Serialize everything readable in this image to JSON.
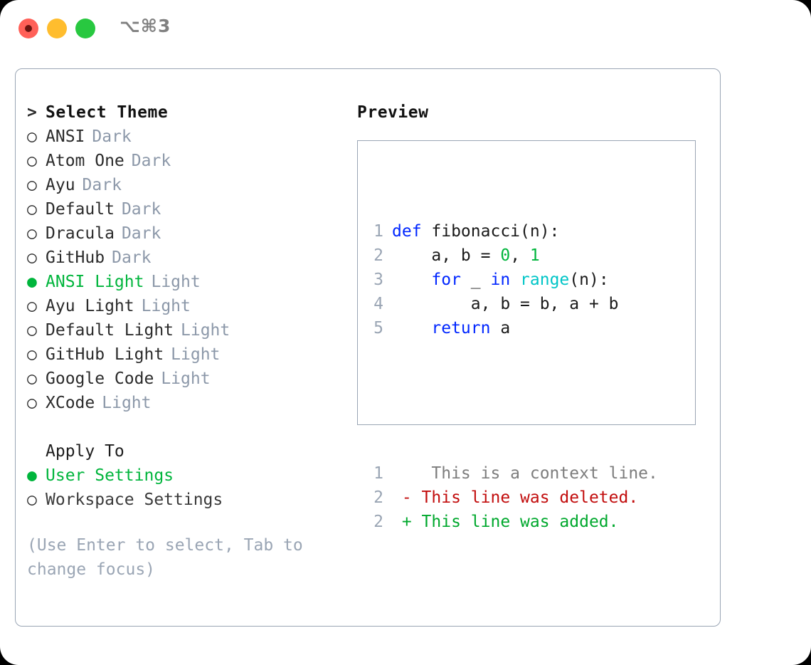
{
  "window": {
    "titlebar_shortcut": "⌥⌘3",
    "traffic_lights": {
      "close": "close-button",
      "minimize": "minimize-button",
      "maximize": "maximize-button"
    }
  },
  "colors": {
    "selection_green": "#00b53c",
    "muted_gray": "#8c98a9",
    "border": "#9aa5b4",
    "keyword_blue": "#0026ff",
    "function_cyan": "#00c5c7",
    "number_green": "#00b53c",
    "diff_deleted_red": "#c20d0d",
    "diff_added_green": "#00a82d",
    "diff_context_gray": "#7d7d7d",
    "traffic_red": "#ff6058",
    "traffic_yellow": "#ffbd2e",
    "traffic_green": "#28c840"
  },
  "theme_selector": {
    "heading_marker": ">",
    "heading": "Select Theme",
    "marker_unselected": "○",
    "marker_selected": "●",
    "items": [
      {
        "name": "ANSI",
        "kind": "Dark",
        "selected": false
      },
      {
        "name": "Atom One",
        "kind": "Dark",
        "selected": false
      },
      {
        "name": "Ayu",
        "kind": "Dark",
        "selected": false
      },
      {
        "name": "Default",
        "kind": "Dark",
        "selected": false
      },
      {
        "name": "Dracula",
        "kind": "Dark",
        "selected": false
      },
      {
        "name": "GitHub",
        "kind": "Dark",
        "selected": false
      },
      {
        "name": "ANSI Light",
        "kind": "Light",
        "selected": true
      },
      {
        "name": "Ayu Light",
        "kind": "Light",
        "selected": false
      },
      {
        "name": "Default Light",
        "kind": "Light",
        "selected": false
      },
      {
        "name": "GitHub Light",
        "kind": "Light",
        "selected": false
      },
      {
        "name": "Google Code",
        "kind": "Light",
        "selected": false
      },
      {
        "name": "XCode",
        "kind": "Light",
        "selected": false
      }
    ]
  },
  "apply_to": {
    "heading": "Apply To",
    "items": [
      {
        "name": "User Settings",
        "selected": true
      },
      {
        "name": "Workspace Settings",
        "selected": false
      }
    ]
  },
  "help_text": "(Use Enter to select, Tab to change focus)",
  "preview": {
    "title": "Preview",
    "code_lines": [
      {
        "no": "1",
        "tokens": [
          {
            "t": "def",
            "c": "kw"
          },
          {
            "t": " fibonacci(n):",
            "c": "txt"
          }
        ]
      },
      {
        "no": "2",
        "tokens": [
          {
            "t": "    a, b = ",
            "c": "txt"
          },
          {
            "t": "0",
            "c": "num"
          },
          {
            "t": ", ",
            "c": "txt"
          },
          {
            "t": "1",
            "c": "num"
          }
        ]
      },
      {
        "no": "3",
        "tokens": [
          {
            "t": "    ",
            "c": "txt"
          },
          {
            "t": "for",
            "c": "kw"
          },
          {
            "t": " _ ",
            "c": "txt"
          },
          {
            "t": "in",
            "c": "kw"
          },
          {
            "t": " ",
            "c": "txt"
          },
          {
            "t": "range",
            "c": "fn"
          },
          {
            "t": "(n):",
            "c": "txt"
          }
        ]
      },
      {
        "no": "4",
        "tokens": [
          {
            "t": "        a, b = b, a + b",
            "c": "txt"
          }
        ]
      },
      {
        "no": "5",
        "tokens": [
          {
            "t": "    ",
            "c": "txt"
          },
          {
            "t": "return",
            "c": "kw"
          },
          {
            "t": " a",
            "c": "txt"
          }
        ]
      }
    ],
    "diff_lines": [
      {
        "no": "1",
        "marker": " ",
        "text": "  This is a context line.",
        "kind": "ctx"
      },
      {
        "no": "2",
        "marker": "-",
        "text": " This line was deleted.",
        "kind": "del"
      },
      {
        "no": "2",
        "marker": "+",
        "text": " This line was added.",
        "kind": "add"
      }
    ]
  }
}
